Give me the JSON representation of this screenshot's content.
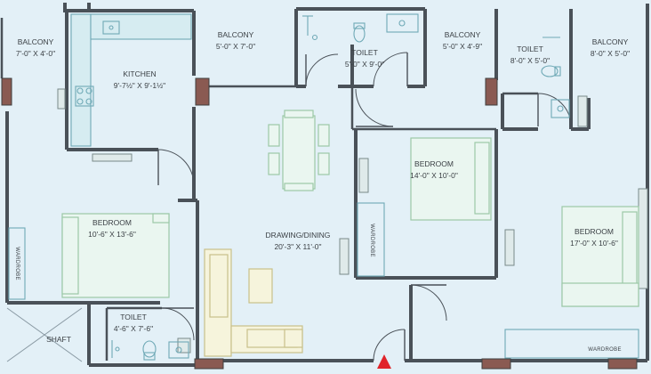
{
  "rooms": {
    "balcony_left": {
      "name": "BALCONY",
      "size": "7'-0\" X 4'-0\""
    },
    "kitchen": {
      "name": "KITCHEN",
      "size": "9'-7½\" X 9'-1½\""
    },
    "balcony_top": {
      "name": "BALCONY",
      "size": "5'-0\" X 7'-0\""
    },
    "toilet_top": {
      "name": "TOILET",
      "size": "5'-0\" X 9'-0\""
    },
    "balcony_mid": {
      "name": "BALCONY",
      "size": "5'-0\" X 4'-9\""
    },
    "toilet_right": {
      "name": "TOILET",
      "size": "8'-0\" X 5'-0\""
    },
    "balcony_right": {
      "name": "BALCONY",
      "size": "8'-0\" X 5'-0\""
    },
    "bedroom_mid": {
      "name": "BEDROOM",
      "size": "14'-0\" X 10'-0\""
    },
    "bedroom_left": {
      "name": "BEDROOM",
      "size": "10'-6\" X 13'-6\""
    },
    "drawing_dining": {
      "name": "DRAWING/DINING",
      "size": "20'-3\" X 11'-0\""
    },
    "bedroom_right": {
      "name": "BEDROOM",
      "size": "17'-0\" X 10'-6\""
    },
    "toilet_bottom": {
      "name": "TOILET",
      "size": "4'-6\" X 7'-6\""
    },
    "shaft": {
      "name": "SHAFT"
    }
  },
  "wardrobes": {
    "left": "WARDROBE",
    "middle": "WARDROBE",
    "right": "WARDROBE"
  },
  "colors": {
    "background": "#e3f0f7",
    "wall": "#4a5158",
    "column": "#8a5a52",
    "fixture": "#6fa9b6",
    "entrance_marker": "#e0242a"
  }
}
